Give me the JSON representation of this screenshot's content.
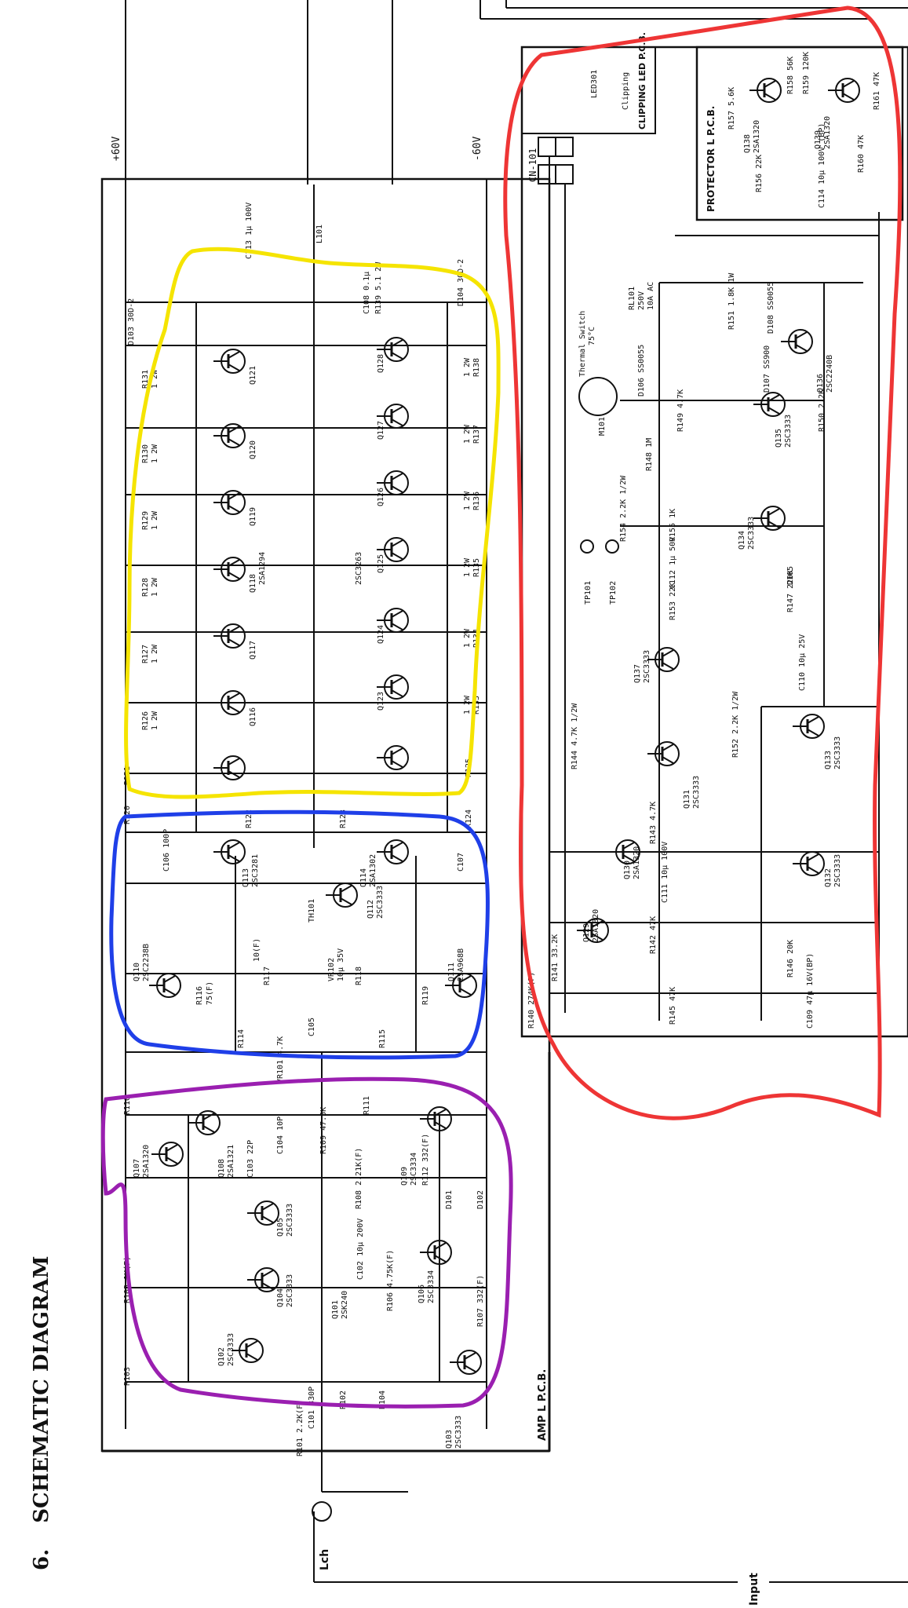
{
  "section": {
    "number": "6.",
    "title": "SCHEMATIC DIAGRAM"
  },
  "rails": {
    "positive": "+60V",
    "negative": "-60V"
  },
  "connector": "CN-101",
  "boards": {
    "amp": "AMP L P.C.B.",
    "protector": "PROTECTOR L P.C.B.",
    "clipping": "CLIPPING LED P.C.B.",
    "clipping_badge": "Clipping",
    "led": "LED301"
  },
  "io": {
    "channel": "Lch",
    "input": "Input"
  },
  "relay": {
    "name": "RL101",
    "rating1": "250V",
    "rating2": "10A AC"
  },
  "thermal": {
    "label": "Thermal Switch",
    "temp": "75°C",
    "name": "M101"
  },
  "test_points": [
    "TP101",
    "TP102"
  ],
  "output_upper_transistors": [
    "Q121",
    "Q120",
    "Q119",
    "Q118",
    "Q117",
    "Q116"
  ],
  "output_upper_type": "2SA1294",
  "output_lower_transistors": [
    "Q128",
    "Q127",
    "Q126",
    "Q125",
    "Q124",
    "Q123"
  ],
  "output_lower_type": "2SC3263",
  "emitter_resistors_left": [
    "R131",
    "R130",
    "R129",
    "R128",
    "R127",
    "R126"
  ],
  "emitter_resistors_right": [
    "R138",
    "R137",
    "R136",
    "R135",
    "R134",
    "R133"
  ],
  "emitter_value": "1  2W",
  "driver_stage": {
    "q113": "Q113",
    "q113_type": "2SC3281",
    "q114": "Q114",
    "q114_type": "2SA1302",
    "q112": "Q112",
    "q112_type": "2SC3333",
    "q110": "Q110",
    "q110_type": "2SC2238B",
    "q111": "Q111",
    "q111_type": "2SA968B",
    "th": "TH101",
    "vr": "VR102",
    "c105": "C105",
    "c106": "C106 100P",
    "r116": "R116",
    "r117": "R117",
    "r118": "R118",
    "r119": "R119",
    "r114": "R114",
    "r115": "R115",
    "c107": "C107",
    "v_cap": "10μ 35V",
    "r_val": "75(F)",
    "r_small": "10(F)"
  },
  "input_stage": {
    "q101": "Q101",
    "q101_type": "2SK240",
    "q102": "Q102",
    "q103": "Q103",
    "q104": "Q104",
    "q105": "Q105",
    "q106": "Q106",
    "q107": "Q107",
    "q108": "Q108",
    "q109": "Q109",
    "type_3333": "2SC3333",
    "type_3334": "2SC3334",
    "type_1320": "2SA1320",
    "type_1321": "2SA1321",
    "c101": "C101 330P",
    "c102": "C102 10μ 200V",
    "c103": "C103 22P",
    "c104": "C104 10P",
    "r101": "R101 2.2K(F)",
    "r102": "R102",
    "r103": "R103",
    "r104": "R104",
    "r105": "R105 1K(F)",
    "r106": "R106 4.75K(F)",
    "r107": "R107 332(F)",
    "r108": "R108 2.21K(F)",
    "r109": "R109 47.5K",
    "r110": "R110",
    "r111": "R111",
    "r112": "R112 332(F)",
    "vr101": "VR101 4.7K",
    "d101": "D101",
    "d102": "D102"
  },
  "protector": {
    "q129": "Q129",
    "q129_type": "2SA1320",
    "q130": "Q130",
    "q130_type": "2SA1320",
    "q131": "Q131",
    "q131_type": "2SC3333",
    "q132": "Q132",
    "q132_type": "2SC3333",
    "q133": "Q133",
    "q133_type": "2SC3333",
    "q134": "Q134",
    "q134_type": "2SC3333",
    "q135": "Q135",
    "q135_type": "2SC3333",
    "q136": "Q136",
    "q136_type": "2SC2240B",
    "q137": "Q137",
    "q137_type": "2SC3333",
    "q138": "Q138",
    "q138_type": "2SA1320",
    "q139": "Q139",
    "q139_type": "2SA1320",
    "r140": "R140 274K(F)",
    "r141": "R141 33.2K",
    "r142": "R142 47K",
    "r143": "R143 4.7K",
    "r144": "R144 4.7K 1/2W",
    "r145": "R145 47K",
    "r146": "R146 20K",
    "r147": "R147 220K",
    "r148": "R148 1M",
    "r149": "R149 4.7K",
    "r150": "R150 2.2K",
    "r151": "R151 1.8K 1W",
    "r152": "R152 2.2K 1/2W",
    "r153": "R153 22K",
    "r154": "R154 2.2K 1/2W",
    "r155": "R155 1K",
    "r156": "R156 22K",
    "r157": "R157 5.6K",
    "r158": "R158 56K",
    "r159": "R159 120K",
    "r160": "R160 47K",
    "r161": "R161 47K",
    "c109": "C109 47μ 16V(BP)",
    "c110": "C110 10μ 25V",
    "c111": "C111 10μ 100V",
    "c112": "C112 1μ 50V",
    "c113": "C113 1μ 100V",
    "c114": "C114 10μ 100V (BP)",
    "d103": "D103 30D-2",
    "d104": "D104 30D-2",
    "d105": "D105",
    "d106": "D106 SS0055",
    "d107": "D107 SS900",
    "d108": "D108 SS0055",
    "l101": "L101",
    "c108": "C108 0.1μ",
    "r139": "R139 5.1 2W",
    "r120": "R120",
    "r121": "R121",
    "r122": "R122",
    "r123": "R123",
    "r124": "R124",
    "r125": "R125"
  },
  "highlight_colors": {
    "output": "#f5e400",
    "driver": "#1f3fe8",
    "input": "#9a1fb0",
    "protector": "#ee3535"
  }
}
